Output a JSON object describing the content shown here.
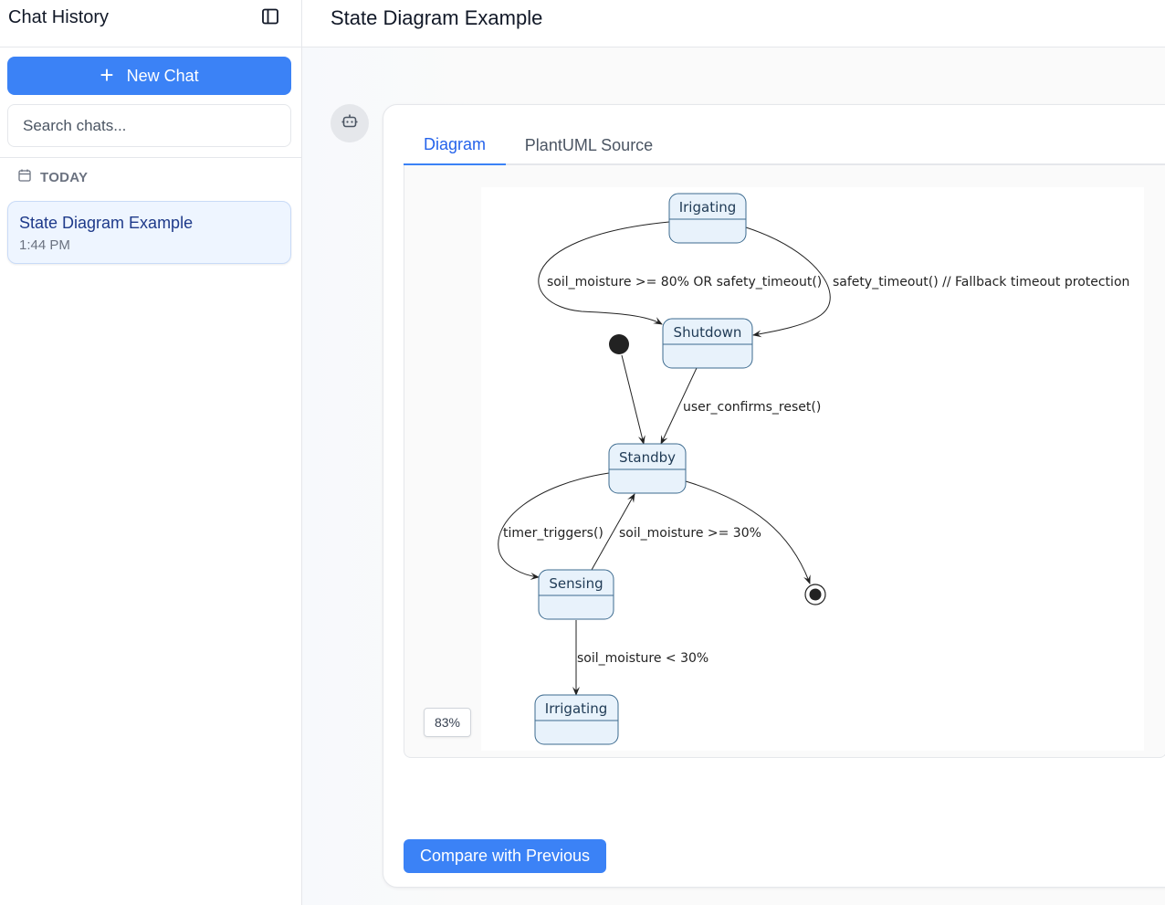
{
  "sidebar": {
    "title": "Chat History",
    "new_chat_label": "New Chat",
    "search_placeholder": "Search chats...",
    "section_label": "TODAY",
    "chats": [
      {
        "title": "State Diagram Example",
        "time": "1:44 PM"
      }
    ]
  },
  "main": {
    "title": "State Diagram Example",
    "tabs": [
      {
        "label": "Diagram",
        "active": true
      },
      {
        "label": "PlantUML Source",
        "active": false
      }
    ],
    "zoom": "83%",
    "compare_label": "Compare with Previous"
  },
  "diagram": {
    "states": {
      "irrigating_top": "Irigating",
      "shutdown": "Shutdown",
      "standby": "Standby",
      "sensing": "Sensing",
      "irrigating_bottom": "Irrigating"
    },
    "transitions": {
      "irrigating_to_shutdown_moisture": "soil_moisture >= 80% OR safety_timeout()",
      "irrigating_to_shutdown_timeout": "safety_timeout() // Fallback timeout protection",
      "shutdown_to_standby": "user_confirms_reset()",
      "standby_to_sensing": "timer_triggers()",
      "sensing_to_standby": "soil_moisture >= 30%",
      "sensing_to_irrigating": "soil_moisture < 30%"
    }
  },
  "colors": {
    "accent": "#3b82f6",
    "state_fill": "#e8f2fb",
    "state_border": "#3d6b8f"
  }
}
